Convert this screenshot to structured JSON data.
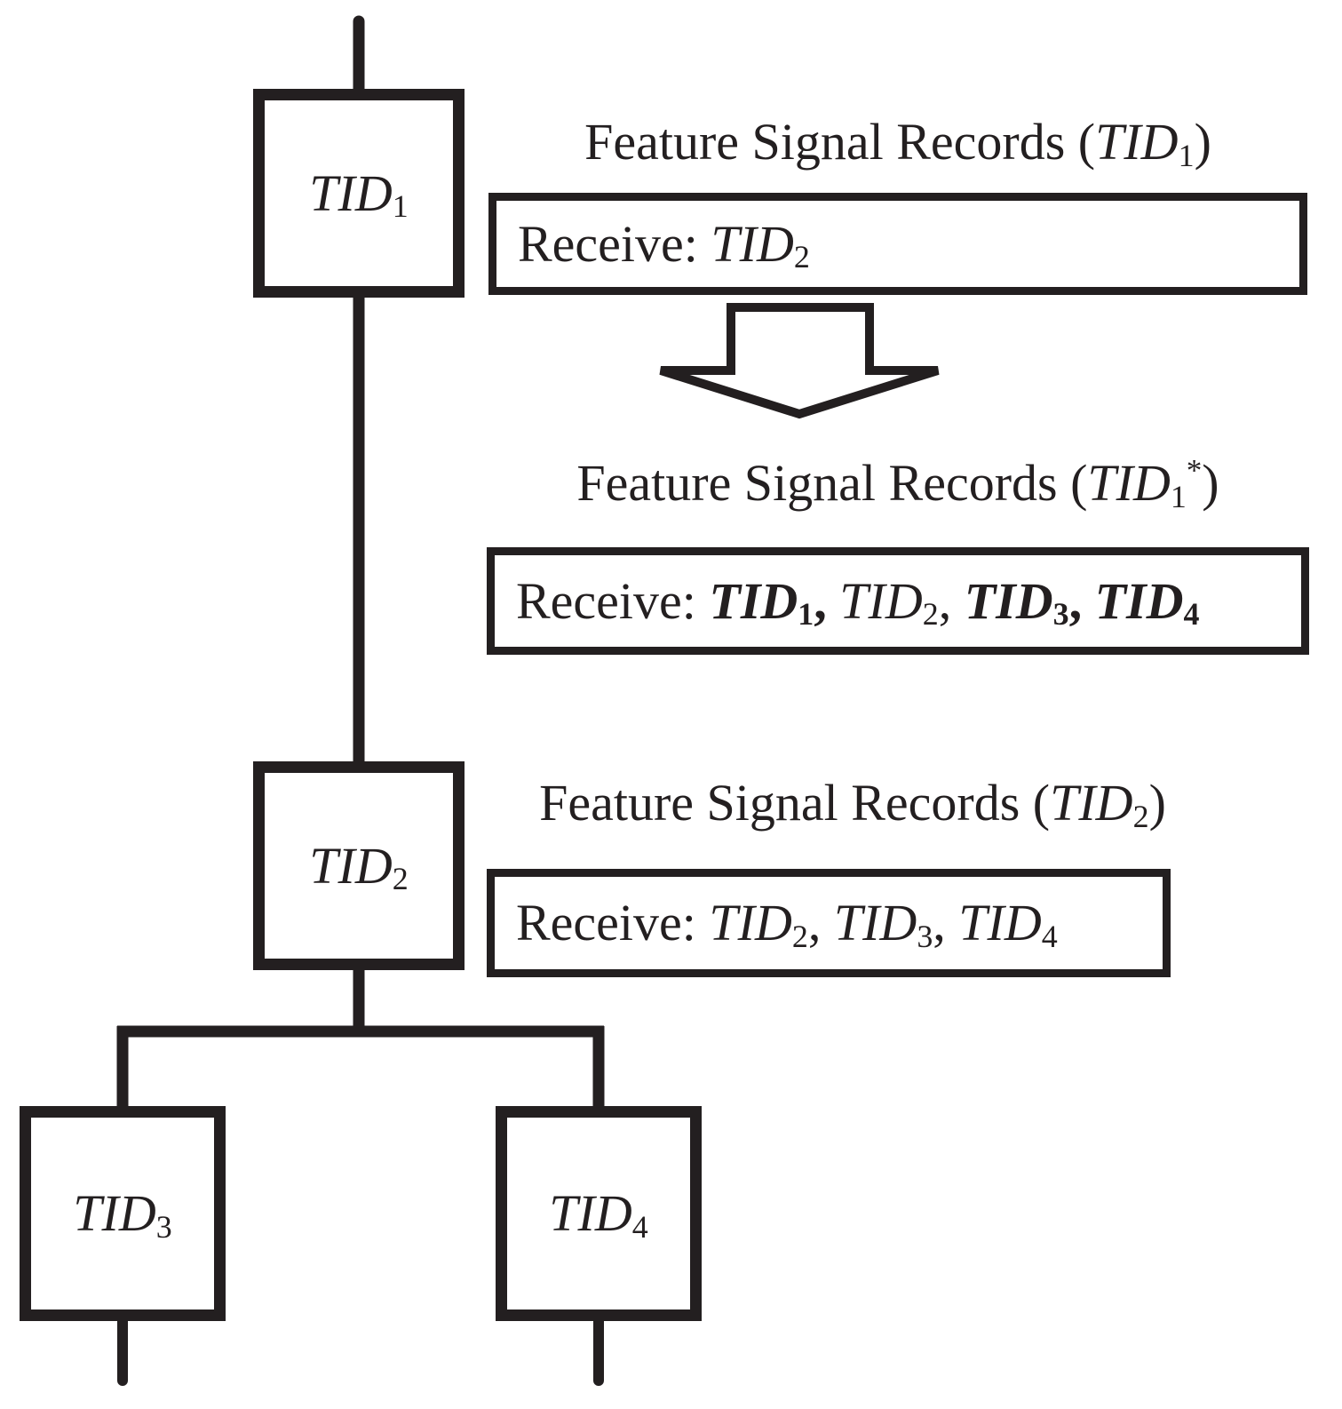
{
  "figure": {
    "background_color": "#ffffff",
    "ink_color": "#231f20",
    "tree": {
      "nodes": [
        {
          "id": "tid1",
          "label": [
            {
              "text": "TID",
              "italic": true
            },
            {
              "text": "1",
              "sub": true
            }
          ]
        },
        {
          "id": "tid2",
          "label": [
            {
              "text": "TID",
              "italic": true
            },
            {
              "text": "2",
              "sub": true
            }
          ]
        },
        {
          "id": "tid3",
          "label": [
            {
              "text": "TID",
              "italic": true
            },
            {
              "text": "3",
              "sub": true
            }
          ]
        },
        {
          "id": "tid4",
          "label": [
            {
              "text": "TID",
              "italic": true
            },
            {
              "text": "4",
              "sub": true
            }
          ]
        }
      ],
      "edges": [
        "stub-above-tid1",
        "tid1-to-tid2",
        "tid2-to-junction",
        "junction-horizontal",
        "junction-to-tid3",
        "junction-to-tid4",
        "stub-below-tid3",
        "stub-below-tid4"
      ]
    },
    "records": [
      {
        "title": [
          {
            "text": "Feature Signal Records ("
          },
          {
            "text": "TID",
            "italic": true
          },
          {
            "text": "1",
            "sub": true
          },
          {
            "text": ")"
          }
        ],
        "content": [
          {
            "text": "Receive: "
          },
          {
            "text": "TID",
            "italic": true
          },
          {
            "text": "2",
            "sub": true
          }
        ]
      },
      {
        "title": [
          {
            "text": "Feature Signal Records ("
          },
          {
            "text": "TID",
            "italic": true
          },
          {
            "text": "1",
            "sub": true
          },
          {
            "text": "*",
            "sup": true
          },
          {
            "text": ")"
          }
        ],
        "content": [
          {
            "text": "Receive: "
          },
          {
            "text": "TID",
            "italic": true,
            "bold": true
          },
          {
            "text": "1",
            "sub": true,
            "bold": true
          },
          {
            "text": ", ",
            "bold": true
          },
          {
            "text": "TID",
            "italic": true
          },
          {
            "text": "2",
            "sub": true
          },
          {
            "text": ", "
          },
          {
            "text": "TID",
            "italic": true,
            "bold": true
          },
          {
            "text": "3",
            "sub": true,
            "bold": true
          },
          {
            "text": ", ",
            "bold": true
          },
          {
            "text": "TID",
            "italic": true,
            "bold": true
          },
          {
            "text": "4",
            "sub": true,
            "bold": true
          }
        ]
      },
      {
        "title": [
          {
            "text": "Feature Signal Records ("
          },
          {
            "text": "TID",
            "italic": true
          },
          {
            "text": "2",
            "sub": true
          },
          {
            "text": ")"
          }
        ],
        "content": [
          {
            "text": "Receive: "
          },
          {
            "text": "TID",
            "italic": true
          },
          {
            "text": "2",
            "sub": true
          },
          {
            "text": ", "
          },
          {
            "text": "TID",
            "italic": true
          },
          {
            "text": "3",
            "sub": true
          },
          {
            "text": ", "
          },
          {
            "text": "TID",
            "italic": true
          },
          {
            "text": "4",
            "sub": true
          }
        ]
      }
    ],
    "arrow": {
      "name": "down-block-arrow",
      "direction": "down",
      "fill": "#ffffff",
      "stroke": "#231f20"
    }
  }
}
